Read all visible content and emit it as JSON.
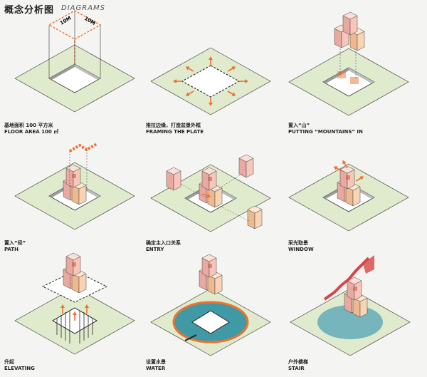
{
  "header": {
    "title_cn": "概念分析图",
    "title_en": "DIAGRAMS"
  },
  "dim_label": "10M",
  "panels": [
    {
      "cn": "基地面积 100 平方米",
      "en": "FLOOR AREA 100 ㎡"
    },
    {
      "cn": "推拉边缘，打造盆景外框",
      "en": "FRAMING THE PLATE"
    },
    {
      "cn": "置入“山”",
      "en": "PUTTING “MOUNTAINS” IN"
    },
    {
      "cn": "置入“径”",
      "en": "PATH"
    },
    {
      "cn": "确定主入口关系",
      "en": "ENTRY"
    },
    {
      "cn": "采光取景",
      "en": "WINDOW"
    },
    {
      "cn": "升起",
      "en": "ELEVATING"
    },
    {
      "cn": "设置水景",
      "en": "WATER"
    },
    {
      "cn": "户外楼梯",
      "en": "STAIR"
    }
  ],
  "colors": {
    "plate": "#e0ebcd",
    "accent": "#f07030",
    "pink": "#f3c9c0",
    "peach": "#f7d3b4",
    "water": "#3f9aa6",
    "red": "#d64545"
  }
}
